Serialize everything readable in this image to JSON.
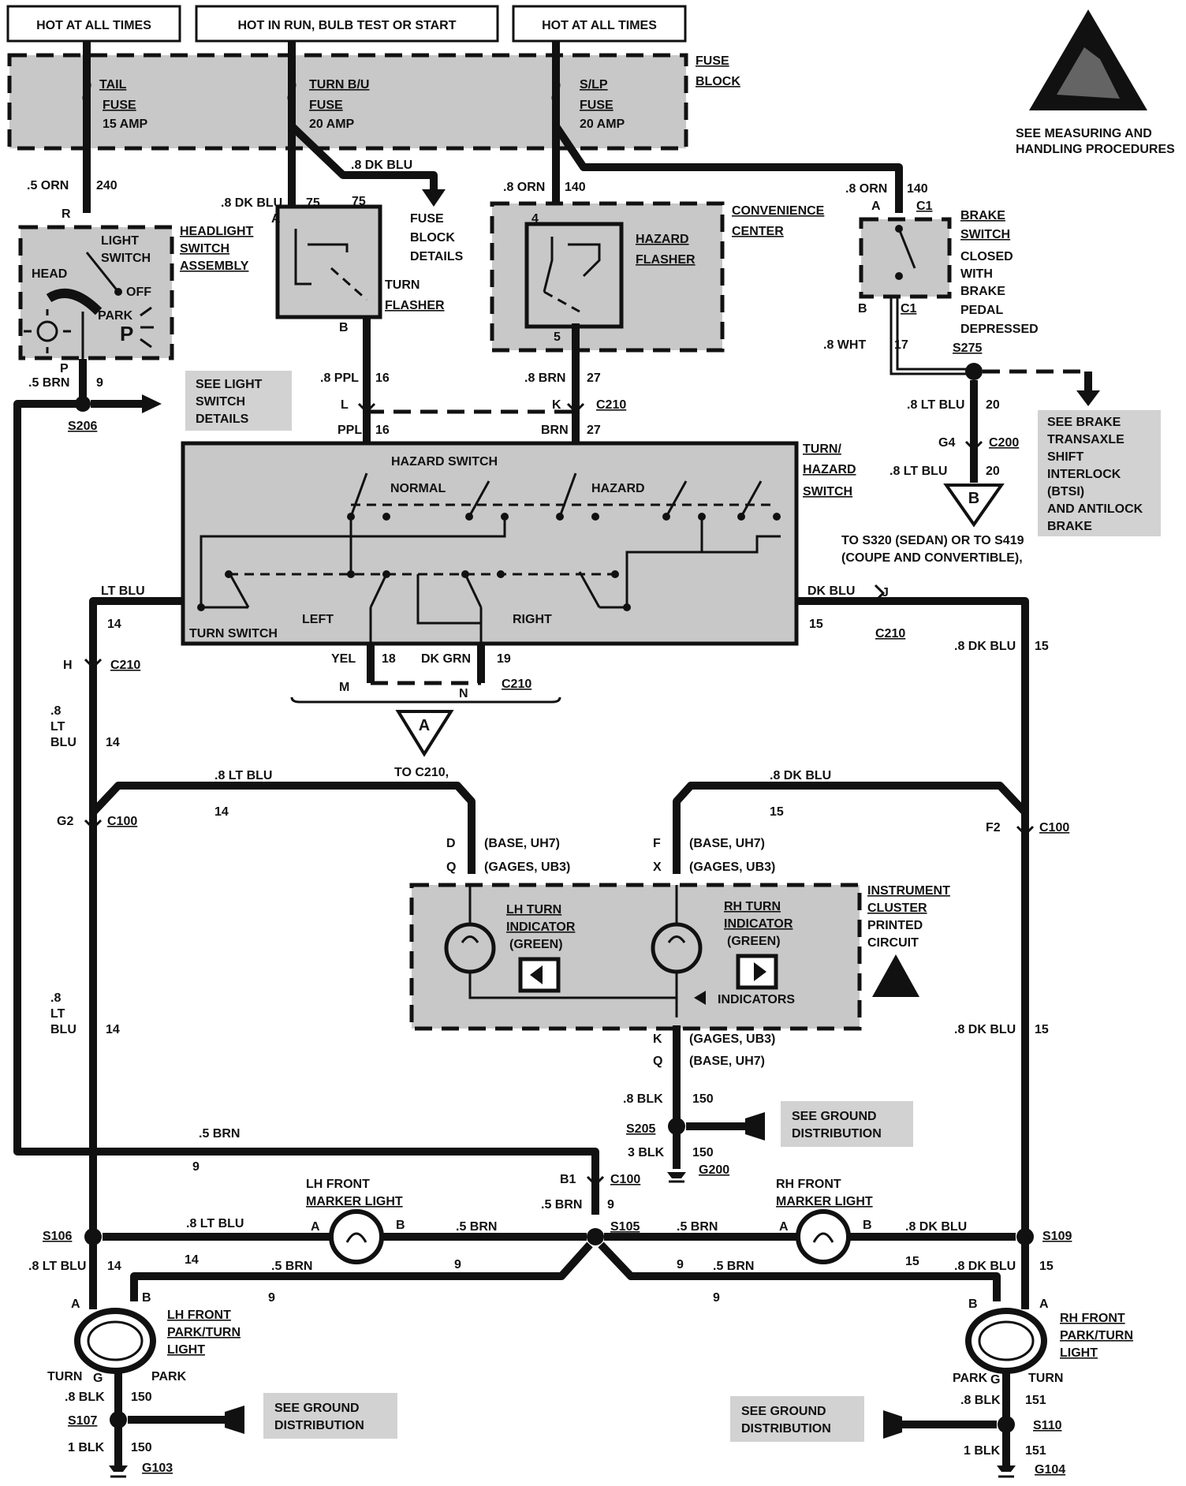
{
  "supply_labels": {
    "left": "HOT AT ALL TIMES",
    "center": "HOT IN RUN, BULB TEST OR START",
    "right": "HOT AT ALL TIMES"
  },
  "fuse_block": {
    "label_1": "FUSE",
    "label_2": "BLOCK",
    "tail_fuse": [
      "TAIL",
      "FUSE",
      "15 AMP"
    ],
    "turn_bu_fuse": [
      "TURN B/U",
      "FUSE",
      "20 AMP"
    ],
    "slp_fuse": [
      "S/LP",
      "FUSE",
      "20 AMP"
    ],
    "details": [
      "FUSE",
      "BLOCK",
      "DETAILS"
    ]
  },
  "esd_note": [
    "SEE MEASURING AND",
    "HANDLING PROCEDURES"
  ],
  "headlight_switch": {
    "title": [
      "HEADLIGHT",
      "SWITCH",
      "ASSEMBLY"
    ],
    "inner": [
      "LIGHT",
      "SWITCH"
    ],
    "head": "HEAD",
    "off": "OFF",
    "park": "PARK",
    "p": "P",
    "pin_top": "R",
    "pin_bottom": "P"
  },
  "turn_flasher": {
    "label": [
      "TURN",
      "FLASHER"
    ],
    "pin_top": "A",
    "pin_bottom": "B"
  },
  "convenience_center": [
    "CONVENIENCE",
    "CENTER"
  ],
  "hazard_flasher": {
    "label": [
      "HAZARD",
      "FLASHER"
    ],
    "pin_top": "4",
    "pin_bottom": "5"
  },
  "brake_switch": {
    "label": [
      "BRAKE",
      "SWITCH"
    ],
    "desc": [
      "CLOSED",
      "WITH",
      "BRAKE",
      "PEDAL",
      "DEPRESSED"
    ],
    "pin_a": "A",
    "pin_b": "B",
    "conn": "C1"
  },
  "brake_note": [
    "SEE BRAKE",
    "TRANSAXLE",
    "SHIFT",
    "INTERLOCK",
    "(BTSI)",
    "AND ANTILOCK",
    "BRAKE"
  ],
  "brake_ref": [
    "TO S320 (SEDAN) OR TO S419",
    "(COUPE AND CONVERTIBLE),"
  ],
  "light_switch_note": [
    "SEE LIGHT",
    "SWITCH",
    "DETAILS"
  ],
  "turn_hazard_switch": {
    "label": [
      "TURN/",
      "HAZARD",
      "SWITCH"
    ],
    "hazard_switch": "HAZARD SWITCH",
    "normal": "NORMAL",
    "hazard": "HAZARD",
    "turn_switch": "TURN SWITCH",
    "left": "LEFT",
    "right": "RIGHT"
  },
  "ref_a": {
    "letter": "A",
    "text": "TO C210,"
  },
  "ref_b": {
    "letter": "B"
  },
  "cluster": {
    "label": [
      "INSTRUMENT",
      "CLUSTER",
      "PRINTED",
      "CIRCUIT"
    ],
    "lh": [
      "LH TURN",
      "INDICATOR",
      "(GREEN)"
    ],
    "rh": [
      "RH TURN",
      "INDICATOR",
      "(GREEN)"
    ],
    "indicators": "INDICATORS",
    "lh_pins": {
      "d": "D",
      "q": "Q",
      "d_text": "(BASE, UH7)",
      "q_text": "(GAGES, UB3)"
    },
    "rh_pins": {
      "f": "F",
      "x": "X",
      "f_text": "(BASE, UH7)",
      "x_text": "(GAGES, UB3)"
    },
    "gnd_pins": {
      "k": "K",
      "q": "Q",
      "k_text": "(GAGES, UB3)",
      "q_text": "(BASE, UH7)"
    }
  },
  "ground_note": [
    "SEE GROUND",
    "DISTRIBUTION"
  ],
  "lh_marker": [
    "LH FRONT",
    "MARKER LIGHT"
  ],
  "rh_marker": [
    "RH FRONT",
    "MARKER LIGHT"
  ],
  "lh_park": {
    "label": [
      "LH FRONT",
      "PARK/TURN",
      "LIGHT"
    ],
    "turn": "TURN",
    "park": "PARK",
    "g": "G",
    "a": "A",
    "b": "B"
  },
  "rh_park": {
    "label": [
      "RH FRONT",
      "PARK/TURN",
      "LIGHT"
    ],
    "turn": "TURN",
    "park": "PARK",
    "g": "G",
    "a": "A",
    "b": "B"
  },
  "wire_labels": {
    "w240a": ".5 ORN",
    "w240b": "240",
    "w75a": ".8 DK BLU",
    "w75b": "75",
    "w75c": ".8 DK BLU",
    "w75d": "75",
    "w140a": ".8 ORN",
    "w140b": "140",
    "w140c": ".8 ORN",
    "w140d": "140",
    "w9a": ".5 BRN",
    "w9b": "9",
    "w16a": ".8 PPL",
    "w16b": "16",
    "w16c": "PPL",
    "w16d": "16",
    "w27a": ".8 BRN",
    "w27b": "27",
    "w27c": "BRN",
    "w27d": "27",
    "w17a": ".8 WHT",
    "w17b": "17",
    "w20a": ".8 LT BLU",
    "w20b": "20",
    "w20c": ".8 LT BLU",
    "w20d": "20",
    "w14a": "LT BLU",
    "w14b": "14",
    "w15a": "DK BLU",
    "w15b": "15",
    "w18a": "YEL",
    "w18b": "18",
    "w19a": "DK GRN",
    "w19b": "19",
    "w14c": [
      ".8",
      "LT",
      "BLU"
    ],
    "w14d": "14",
    "w15c": ".8 DK BLU",
    "w15d": "15",
    "w14e": ".8 LT BLU",
    "w14f": "14",
    "w15e": ".8 DK BLU",
    "w15f": "15",
    "w14g": [
      ".8",
      "LT",
      "BLU"
    ],
    "w14h": "14",
    "w15g": ".8 DK BLU",
    "w15h": "15",
    "w150a": ".8 BLK",
    "w150b": "150",
    "w150c": "3 BLK",
    "w150d": "150",
    "w9c": ".5 BRN",
    "w9d": "9",
    "w9e": ".5 BRN",
    "w9f": "9",
    "w14i": ".8 LT BLU",
    "w14j": "14",
    "w9g": ".5 BRN",
    "w9h": "9",
    "w9i": ".5 BRN",
    "w9j": "9",
    "w15i": ".8 DK BLU",
    "w15j": "15",
    "w9k": ".5 BRN",
    "w9l": "9",
    "w9m": ".5 BRN",
    "w9n": "9",
    "w14k": ".8 LT BLU",
    "w14l": "14",
    "w15k": ".8 DK BLU",
    "w15l": "15",
    "w150e": ".8 BLK",
    "w150f": "150",
    "w150g": "1 BLK",
    "w150h": "150",
    "w151a": ".8 BLK",
    "w151b": "151",
    "w151c": "1 BLK",
    "w151d": "151"
  },
  "connectors": {
    "c210": "C210",
    "c200": "C200",
    "c100": "C100",
    "c1": "C1",
    "s206": "S206",
    "s275": "S275",
    "s205": "S205",
    "s105": "S105",
    "s106": "S106",
    "s109": "S109",
    "s107": "S107",
    "s110": "S110",
    "g200": "G200",
    "g103": "G103",
    "g104": "G104",
    "pin_l": "L",
    "pin_k": "K",
    "pin_j": "J",
    "pin_h": "H",
    "pin_m": "M",
    "pin_n": "N",
    "pin_g2": "G2",
    "pin_f2": "F2",
    "pin_b1": "B1",
    "pin_g4": "G4"
  }
}
